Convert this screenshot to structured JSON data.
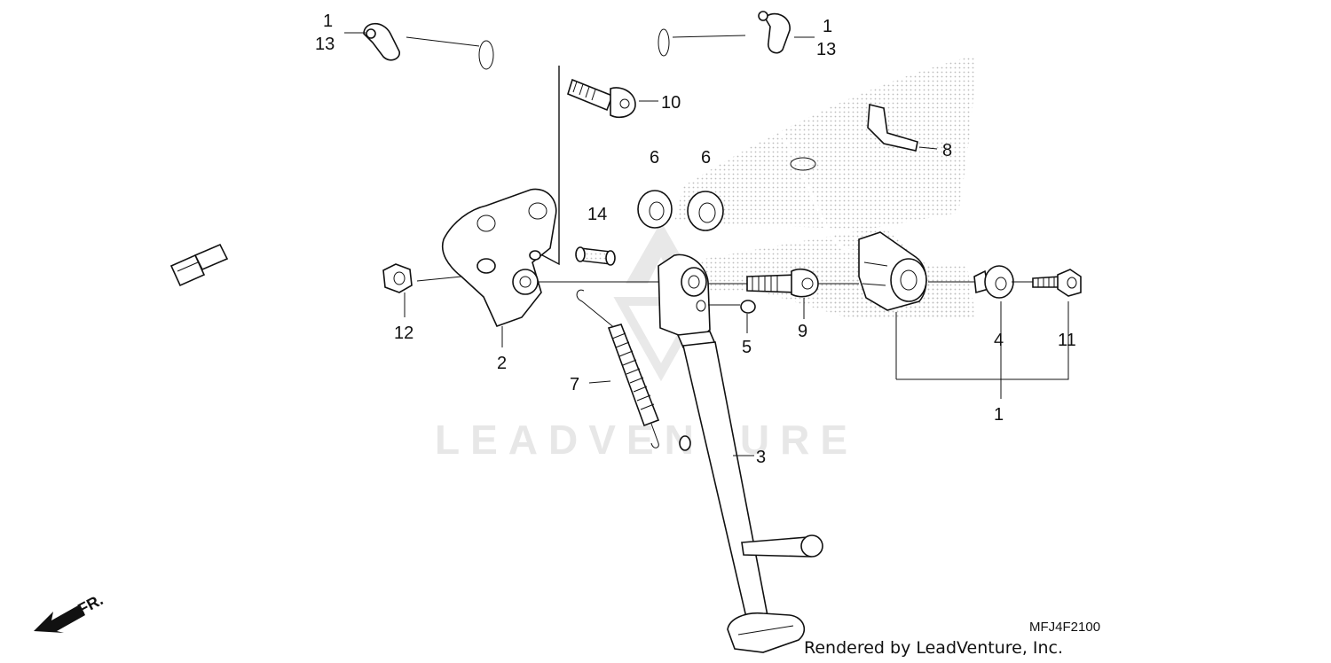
{
  "diagram": {
    "drawing_code": "MFJ4F2100",
    "credit": "Rendered by LeadVenture, Inc.",
    "watermark": "LEADVENTURE",
    "direction_label": "FR.",
    "colors": {
      "ink": "#111111",
      "watermark": "#e7e7e7",
      "stipple": "#bdbdbd"
    },
    "callouts": {
      "c1_top_left_a": "1",
      "c13_top_left": "13",
      "c1_top_right_a": "1",
      "c13_top_right": "13",
      "c10": "10",
      "c6_a": "6",
      "c6_b": "6",
      "c14": "14",
      "c8": "8",
      "c12": "12",
      "c2": "2",
      "c5": "5",
      "c9": "9",
      "c4": "4",
      "c11": "11",
      "c1_bottom": "1",
      "c7": "7",
      "c3": "3"
    }
  }
}
